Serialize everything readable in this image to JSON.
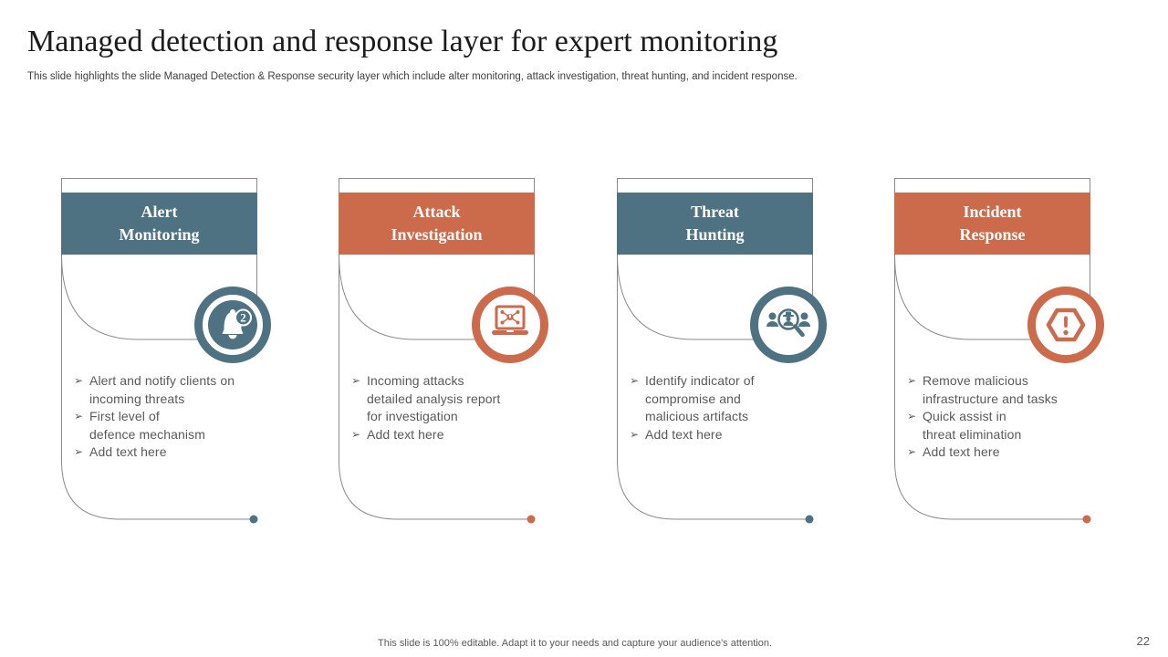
{
  "slide": {
    "title": "Managed detection and response layer for expert monitoring",
    "subtitle": "This slide highlights the slide Managed Detection & Response security layer which include alter monitoring, attack investigation, threat hunting, and incident response."
  },
  "glyphs": {
    "bullet": "➢"
  },
  "colors": {
    "teal": "#4f7282",
    "orange": "#cc6a4c",
    "outline_gray": "#8a8a8a",
    "body_text": "#595959"
  },
  "cards": [
    {
      "title_lines": [
        "Alert",
        "Monitoring"
      ],
      "accent": "teal",
      "icon": "bell-notification",
      "badge": "2",
      "bullets": [
        [
          "Alert and notify clients on",
          "incoming threats"
        ],
        [
          "First level of",
          "defence mechanism"
        ],
        [
          "Add text here"
        ]
      ]
    },
    {
      "title_lines": [
        "Attack",
        "Investigation"
      ],
      "accent": "orange",
      "icon": "laptop-attack-analysis",
      "bullets": [
        [
          "Incoming attacks",
          "detailed analysis report",
          "for investigation"
        ],
        [
          "Add text here"
        ]
      ]
    },
    {
      "title_lines": [
        "Threat",
        "Hunting"
      ],
      "accent": "teal",
      "icon": "spy-magnifier",
      "bullets": [
        [
          "Identify indicator of",
          "compromise and",
          "malicious artifacts"
        ],
        [
          "Add text here"
        ]
      ]
    },
    {
      "title_lines": [
        "Incident",
        "Response"
      ],
      "accent": "orange",
      "icon": "alert-hexagon",
      "bullets": [
        [
          "Remove malicious",
          "infrastructure and tasks"
        ],
        [
          "Quick assist in",
          "threat elimination"
        ],
        [
          "Add text here"
        ]
      ]
    }
  ],
  "footer": {
    "note": "This slide is 100% editable. Adapt it to your needs and capture your audience's attention.",
    "page_number": "22"
  }
}
